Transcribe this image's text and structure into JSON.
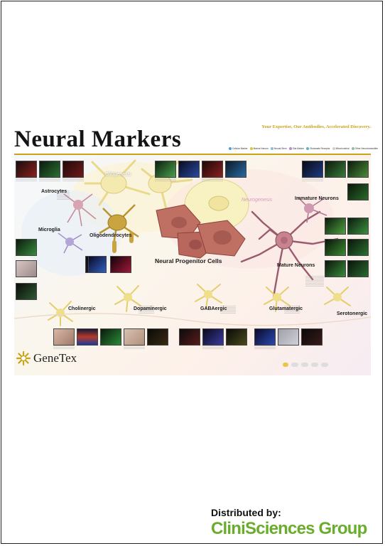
{
  "poster": {
    "title": "Neural Markers",
    "tagline": "Your Expertise, Our Antibodies, Accelerated Discovery.",
    "legend": [
      {
        "label": "Cellular Marker",
        "color": "#4aa0d8"
      },
      {
        "label": "Mature Neuron",
        "color": "#e0c23a"
      },
      {
        "label": "Neural Stem",
        "color": "#7ac0e0"
      },
      {
        "label": "Glia Marker",
        "color": "#b88ad0"
      },
      {
        "label": "Glutamate Receptor",
        "color": "#5bb3c8"
      },
      {
        "label": "Mitochondrial",
        "color": "#cfcfcf"
      },
      {
        "label": "Other Neurotransmitter",
        "color": "#8fc0a0"
      }
    ],
    "cells": {
      "astrocytes": "Astrocytes",
      "microglia": "Microglia",
      "oligodendrocytes": "Oligodendrocytes",
      "neural_progenitor": "Neural Progenitor Cells",
      "immature_neurons": "Immature Neurons",
      "mature_neurons": "Mature Neurons",
      "cholinergic": "Cholinergic",
      "dopaminergic": "Dopaminergic",
      "gabaergic": "GABAergic",
      "glutamatergic": "Glutamatergic",
      "serotonergic": "Serotonergic"
    },
    "processes": {
      "gliogenesis": "Gliogenesis",
      "neurogenesis": "Neurogenesis"
    },
    "brand": "GeneTex"
  },
  "footer": {
    "distributed_by": "Distributed by:",
    "distributor": "CliniSciences Group"
  },
  "colors": {
    "accent_gold": "#c9a418",
    "brand_green": "#6aad2c",
    "progenitor_red": "#b05a50",
    "glia_yellow": "#f2e6a0",
    "neuron_purple": "#9b6a8a"
  }
}
